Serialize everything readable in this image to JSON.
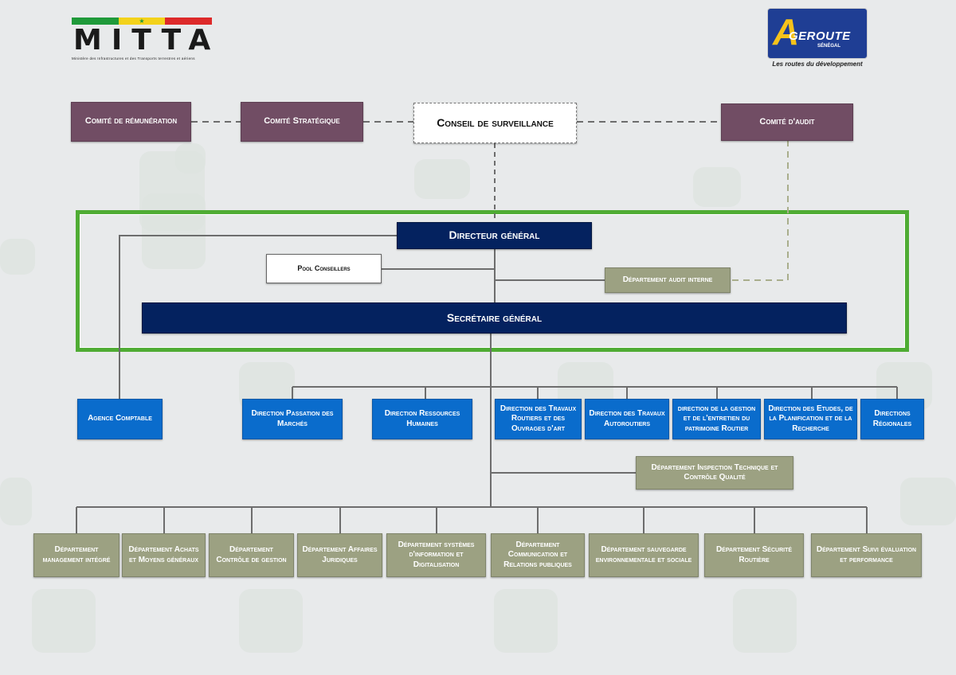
{
  "logos": {
    "mitta": {
      "name": "MITTA",
      "subtitle": "Ministère des Infrastructures et des Transports terrestres et aériens",
      "flag_colors": [
        "#1f9a3a",
        "#f3d21b",
        "#dd2a2a"
      ],
      "star": "★"
    },
    "ageroute": {
      "initial": "A",
      "name": "GEROUTE",
      "country": "SÉNÉGAL",
      "tagline": "Les routes du développement"
    }
  },
  "colors": {
    "committee": "#714d64",
    "navy": "#04225f",
    "direction_blue": "#0a6ccc",
    "department_olive": "#9ca182",
    "frame_green": "#4fac34",
    "connector": "#6d6d6d"
  },
  "governance": {
    "committee_remuneration": "Comité de rémunération",
    "committee_strategic": "Comité Stratégique",
    "council": "Conseil de surveillance",
    "committee_audit": "Comité d'audit"
  },
  "executive": {
    "director_general": "Directeur général",
    "advisors_pool": "Pool Conseillers",
    "internal_audit": "Département audit interne",
    "secretary_general": "Secrétaire général"
  },
  "directions": [
    "Agence Comptable",
    "Direction Passation des Marchés",
    "Direction Ressources Humaines",
    "Direction des Travaux Routiers et des Ouvrages d'art",
    "Direction des Travaux Autoroutiers",
    "direction de la gestion et de l'entretien du patrimoine Routier",
    "Direction des Etudes, de la Planification et de la Recherche",
    "Directions Régionales"
  ],
  "inspection_department": "Département Inspection Technique et Contrôle Qualité",
  "departments": [
    "Département management intégré",
    "Département Achats et Moyens généraux",
    "Département Contrôle de gestion",
    "Département Affaires Juridiques",
    "Département systèmes d'information et Digitalisation",
    "Département Communication et Relations publiques",
    "Département sauvegarde environnementale et sociale",
    "Département Sécurité Routière",
    "Département Suivi évaluation et performance"
  ]
}
